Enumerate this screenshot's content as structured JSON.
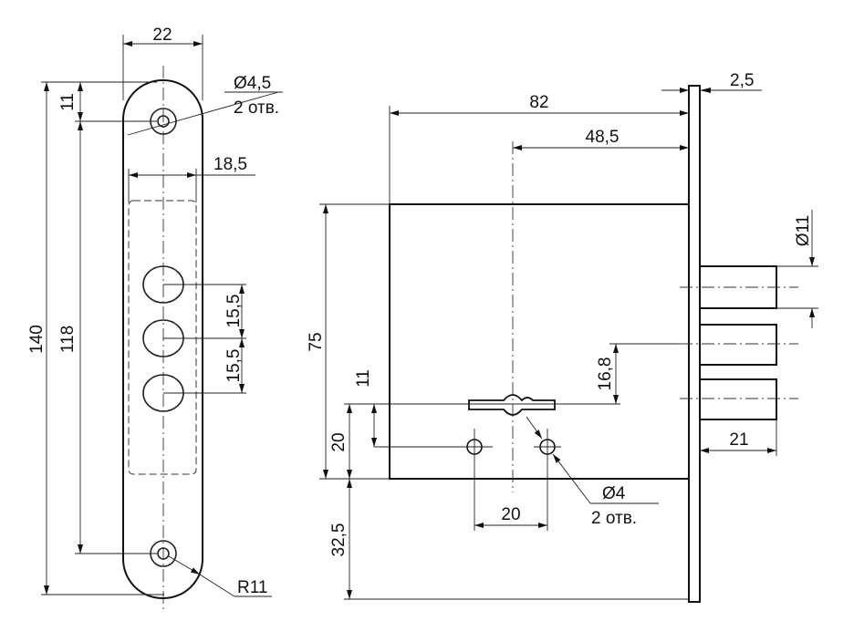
{
  "faceplate_view": {
    "width": "22",
    "total_height": "140",
    "hole_offset": "11",
    "hole_spacing": "118",
    "hole_diameter": "Ø4,5",
    "hole_count": "2 отв.",
    "cutout_width": "18,5",
    "bolt_pitch_1": "15,5",
    "bolt_pitch_2": "15,5",
    "corner_radius": "R11"
  },
  "side_view": {
    "body_length": "82",
    "backset": "48,5",
    "plate_thickness": "2,5",
    "body_height": "75",
    "key_to_hole": "11",
    "key_to_bottom": "20",
    "bottom_offset": "32,5",
    "hole_spacing": "20",
    "hole_diameter": "Ø4",
    "hole_count": "2 отв.",
    "key_to_bolt": "16,8",
    "bolt_diameter": "Ø11",
    "bolt_throw": "21"
  }
}
